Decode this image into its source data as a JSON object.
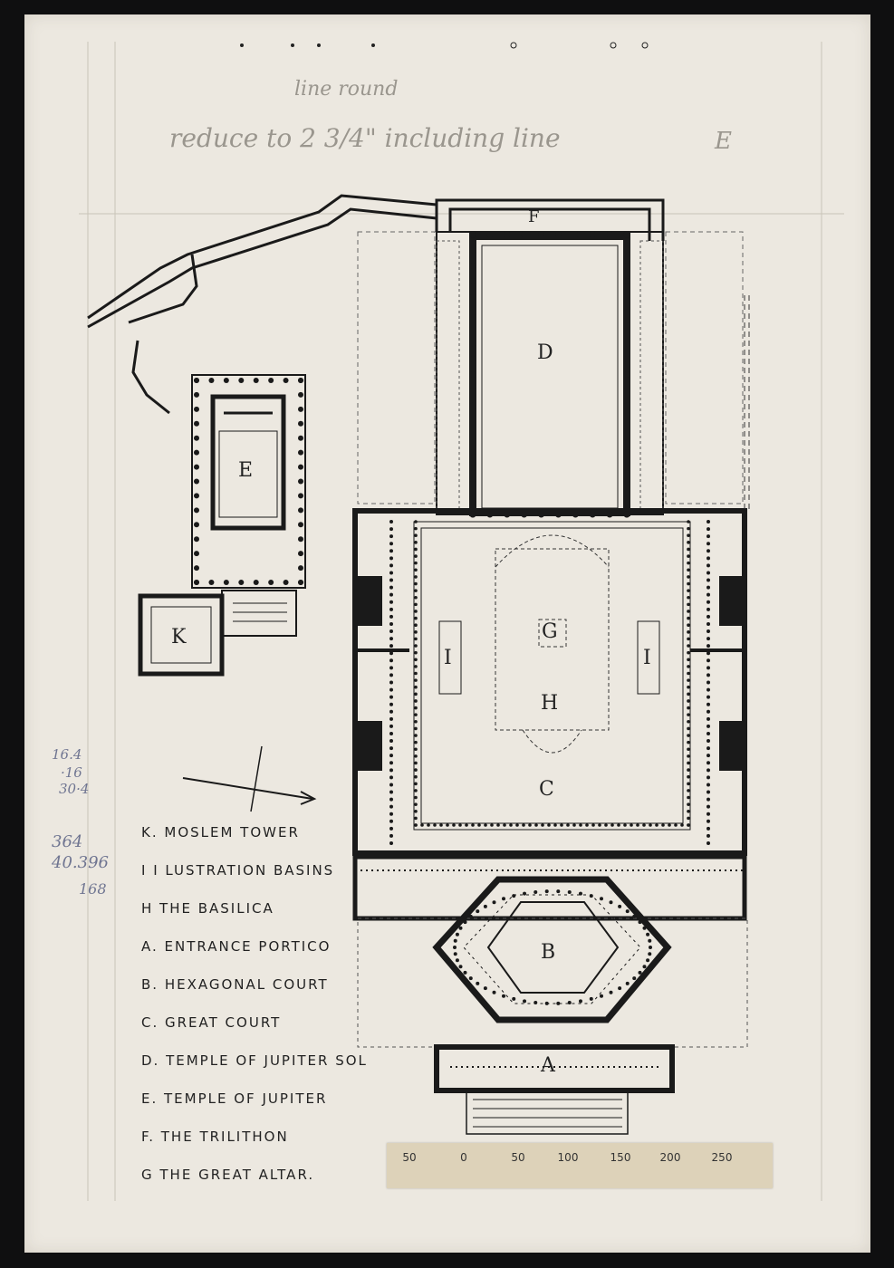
{
  "pencil_notes": {
    "top": "line round",
    "instruction": "reduce to 2 3/4\" including line",
    "corner": "E"
  },
  "margin_notes": [
    "16.4",
    "·16",
    "30·4",
    "364",
    "40.396",
    "168"
  ],
  "plan_labels": {
    "D": "D",
    "E": "E",
    "F": "F",
    "K": "K",
    "G": "G",
    "H": "H",
    "I_left": "I",
    "I_right": "I",
    "C": "C",
    "B": "B",
    "A": "A"
  },
  "legend": [
    "K. Moslem Tower",
    "I I Lustration Basins",
    "H The Basilica",
    "A. Entrance Portico",
    "B. Hexagonal Court",
    "C. Great Court",
    "D. Temple of Jupiter Sol",
    "E. Temple of Jupiter",
    "F. The Trilithon",
    "G The Great Altar."
  ],
  "scale_bar": {
    "ticks": [
      "50",
      "0",
      "50",
      "100",
      "150",
      "200",
      "250"
    ],
    "unit": "feet"
  },
  "colors": {
    "paper": "#ece8e0",
    "ink": "#1a1a1a",
    "pencil": "#9a968e",
    "scale_strip": "#ddd2b9"
  }
}
